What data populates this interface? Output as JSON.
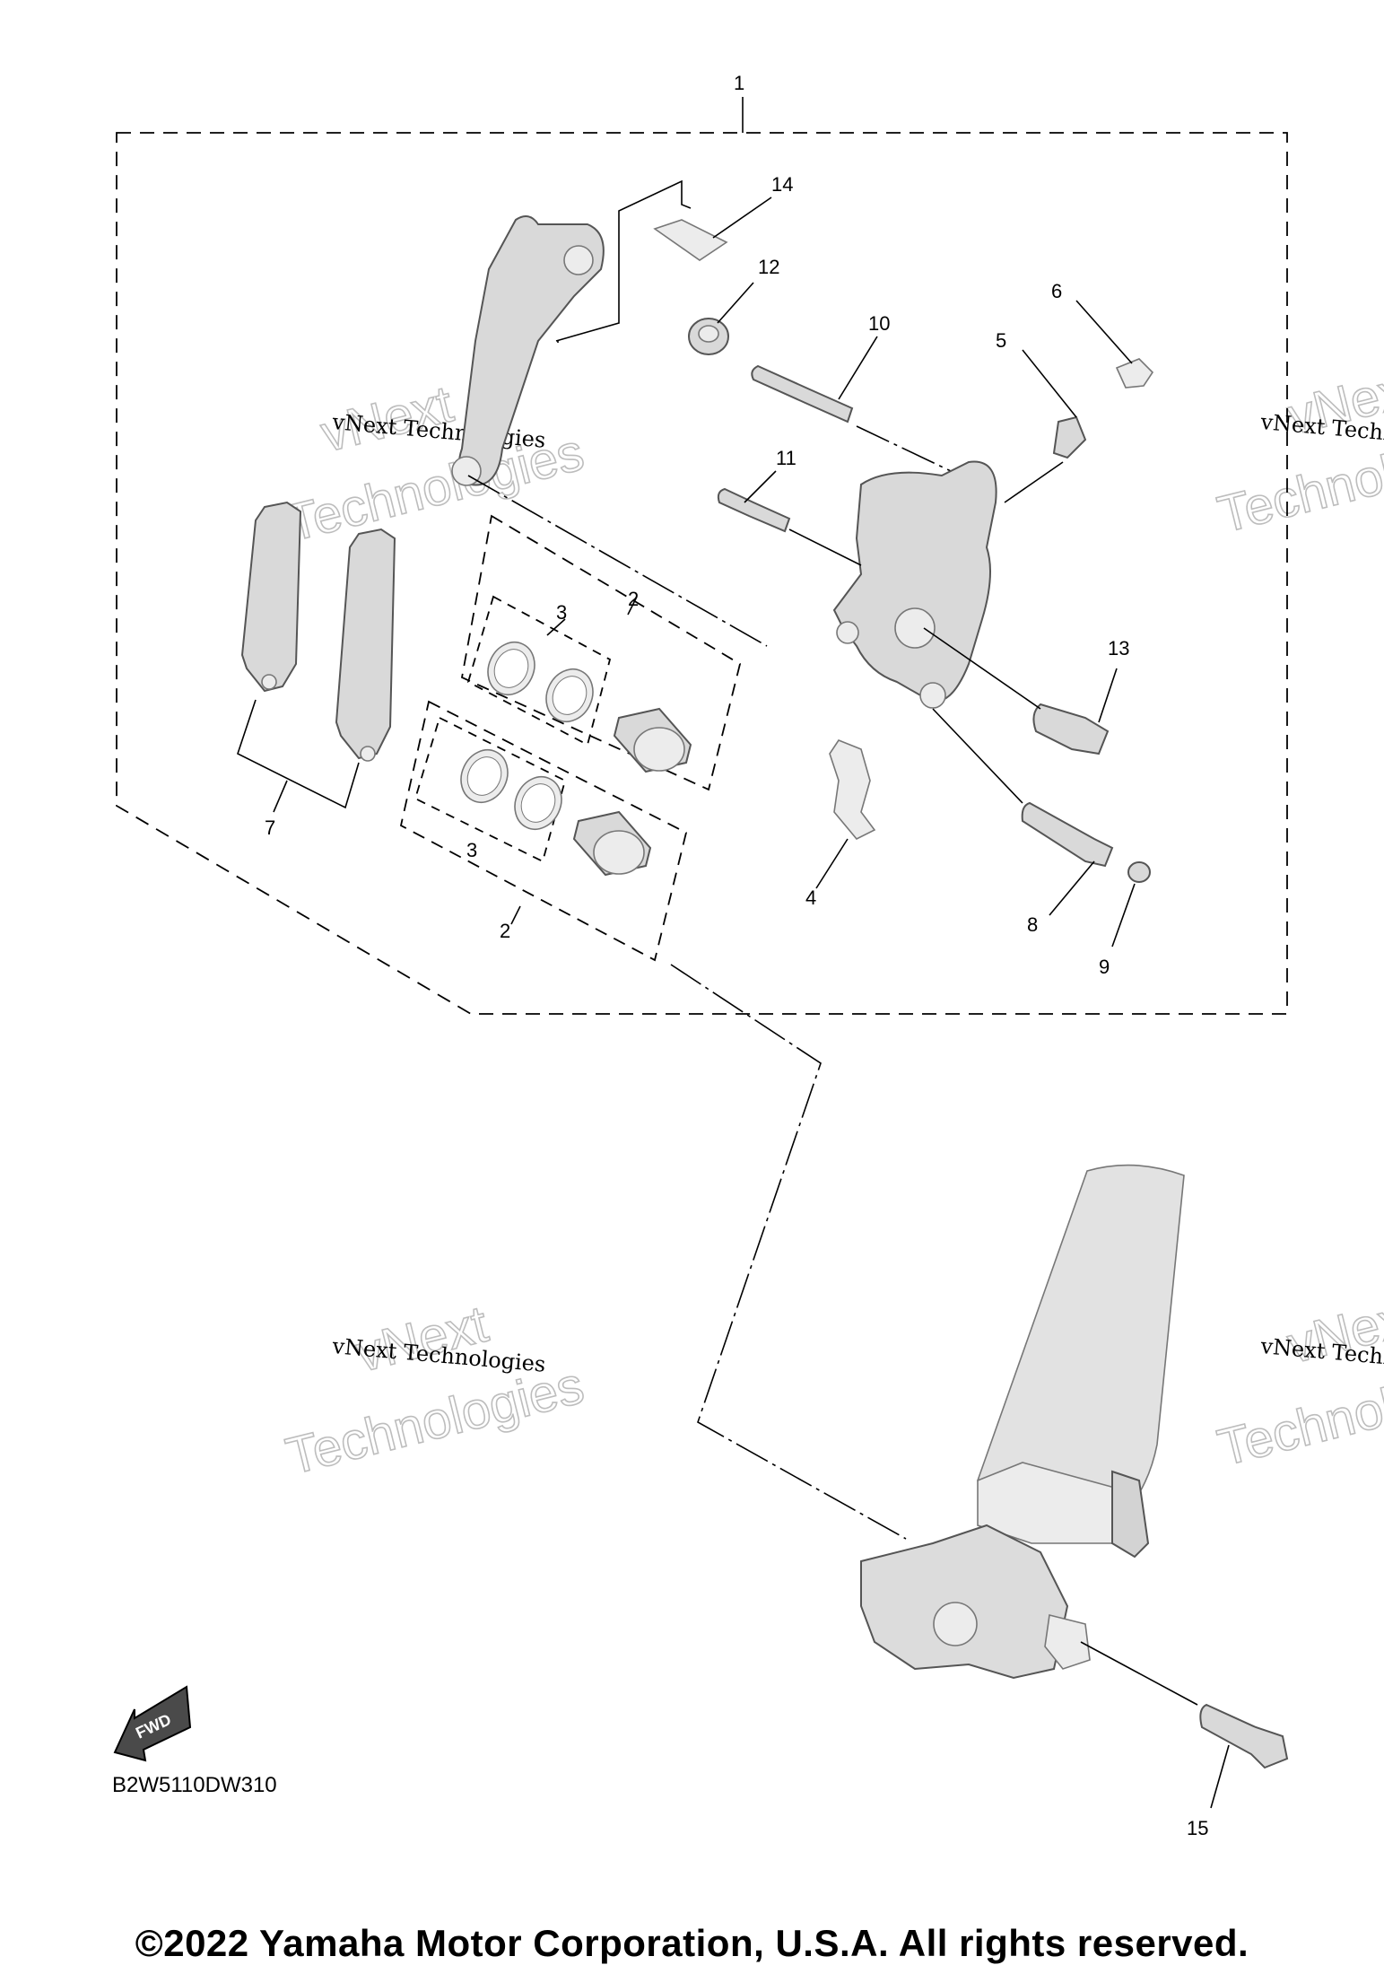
{
  "callouts": {
    "c1": "1",
    "c2a": "2",
    "c2b": "2",
    "c3a": "3",
    "c3b": "3",
    "c4": "4",
    "c5": "5",
    "c6": "6",
    "c7": "7",
    "c8": "8",
    "c9": "9",
    "c10": "10",
    "c11": "11",
    "c12": "12",
    "c13": "13",
    "c14": "14",
    "c15": "15"
  },
  "watermark": {
    "text": "vNext Technologies",
    "word1": "vNext",
    "word2": "Technologies"
  },
  "fwd_label": "FWD",
  "diagram_code": "B2W5110DW310",
  "copyright": "©2022 Yamaha Motor Corporation, U.S.A. All rights reserved."
}
